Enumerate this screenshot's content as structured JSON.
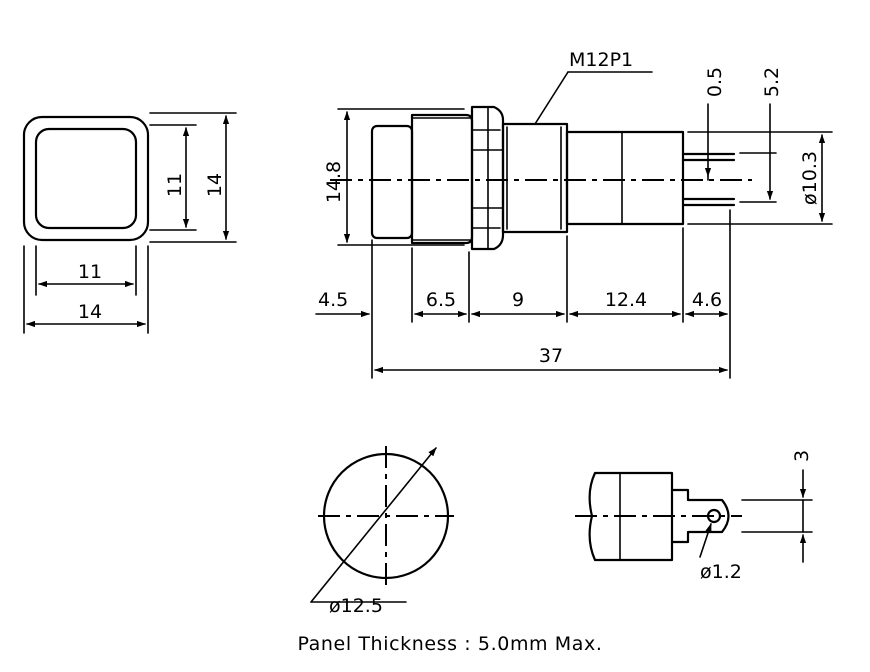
{
  "thread_label": "M12P1",
  "front_view": {
    "inner_w": "11",
    "outer_w": "14",
    "inner_h": "11",
    "outer_h": "14"
  },
  "side_view": {
    "height": "14.8",
    "dia": "ø10.3",
    "pin_gap": "0.5",
    "pin_span": "5.2",
    "seg_1": "4.5",
    "seg_2": "6.5",
    "seg_3": "9",
    "seg_4": "12.4",
    "seg_5": "4.6",
    "total_length": "37"
  },
  "hole_view": {
    "dia": "ø12.5"
  },
  "terminal_view": {
    "tab_width": "3",
    "hole_dia": "ø1.2"
  },
  "note": "Panel Thickness : 5.0mm Max."
}
